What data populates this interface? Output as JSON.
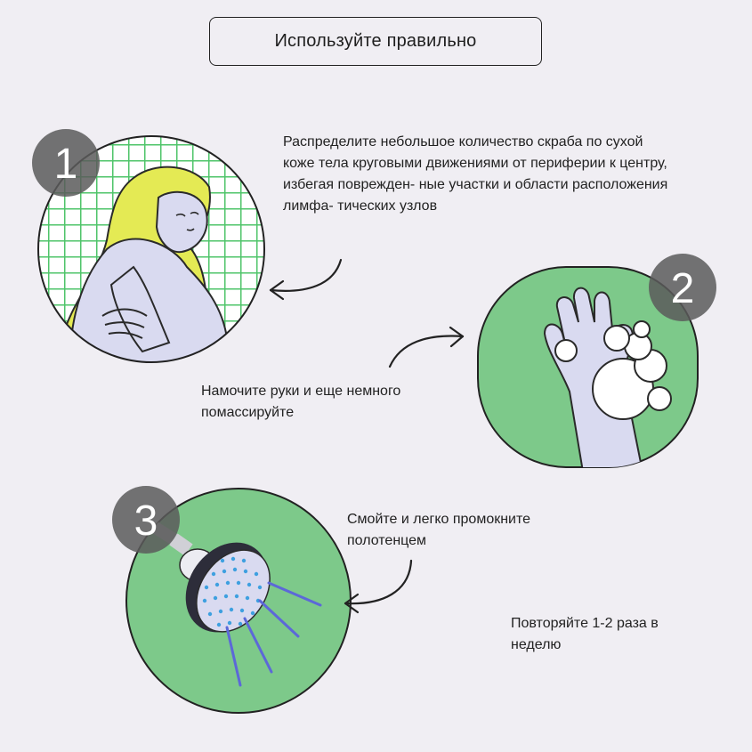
{
  "title": "Используйте правильно",
  "steps": [
    {
      "number": "1",
      "text": "Распределите небольшое количество скраба по сухой коже тела круговыми движениями от периферии к центру, избегая поврежден- ные участки и области расположения лимфа- тических узлов"
    },
    {
      "number": "2",
      "text": "Намочите руки и еще немного помассируйте"
    },
    {
      "number": "3",
      "text": "Смойте и легко промокните полотенцем"
    }
  ],
  "note": "Повторяйте 1-2 раза в неделю",
  "icons": [
    "woman-icon",
    "soapy-hand-icon",
    "shower-head-icon",
    "arrow-icon"
  ],
  "colors": {
    "background": "#f0eef3",
    "green": "#7dc98a",
    "green_dark": "#5fb46e",
    "yellow": "#e6ec52",
    "lavender": "#d9daf0",
    "badge": "#5a5a5a",
    "blue_spray": "#5c68d8"
  }
}
